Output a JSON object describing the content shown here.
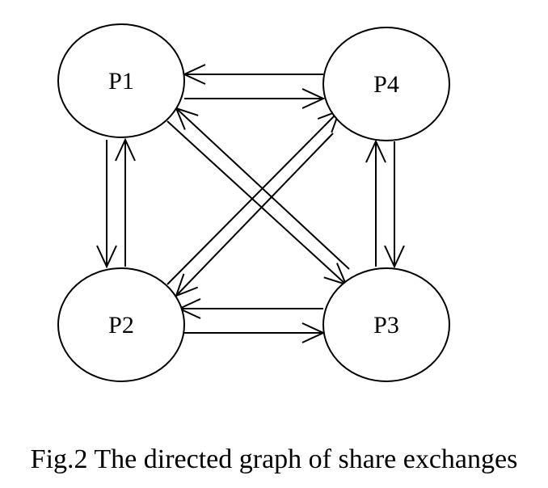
{
  "diagram": {
    "type": "directed-graph",
    "nodes": [
      {
        "id": "P1",
        "label": "P1"
      },
      {
        "id": "P2",
        "label": "P2"
      },
      {
        "id": "P3",
        "label": "P3"
      },
      {
        "id": "P4",
        "label": "P4"
      }
    ],
    "edges": [
      {
        "from": "P4",
        "to": "P1"
      },
      {
        "from": "P1",
        "to": "P4"
      },
      {
        "from": "P1",
        "to": "P2"
      },
      {
        "from": "P2",
        "to": "P1"
      },
      {
        "from": "P4",
        "to": "P3"
      },
      {
        "from": "P3",
        "to": "P4"
      },
      {
        "from": "P3",
        "to": "P2"
      },
      {
        "from": "P2",
        "to": "P3"
      },
      {
        "from": "P1",
        "to": "P3"
      },
      {
        "from": "P3",
        "to": "P1"
      },
      {
        "from": "P2",
        "to": "P4"
      },
      {
        "from": "P4",
        "to": "P2"
      }
    ]
  },
  "caption": "Fig.2 The directed graph of share exchanges",
  "colors": {
    "stroke": "#000000",
    "background": "#ffffff"
  }
}
